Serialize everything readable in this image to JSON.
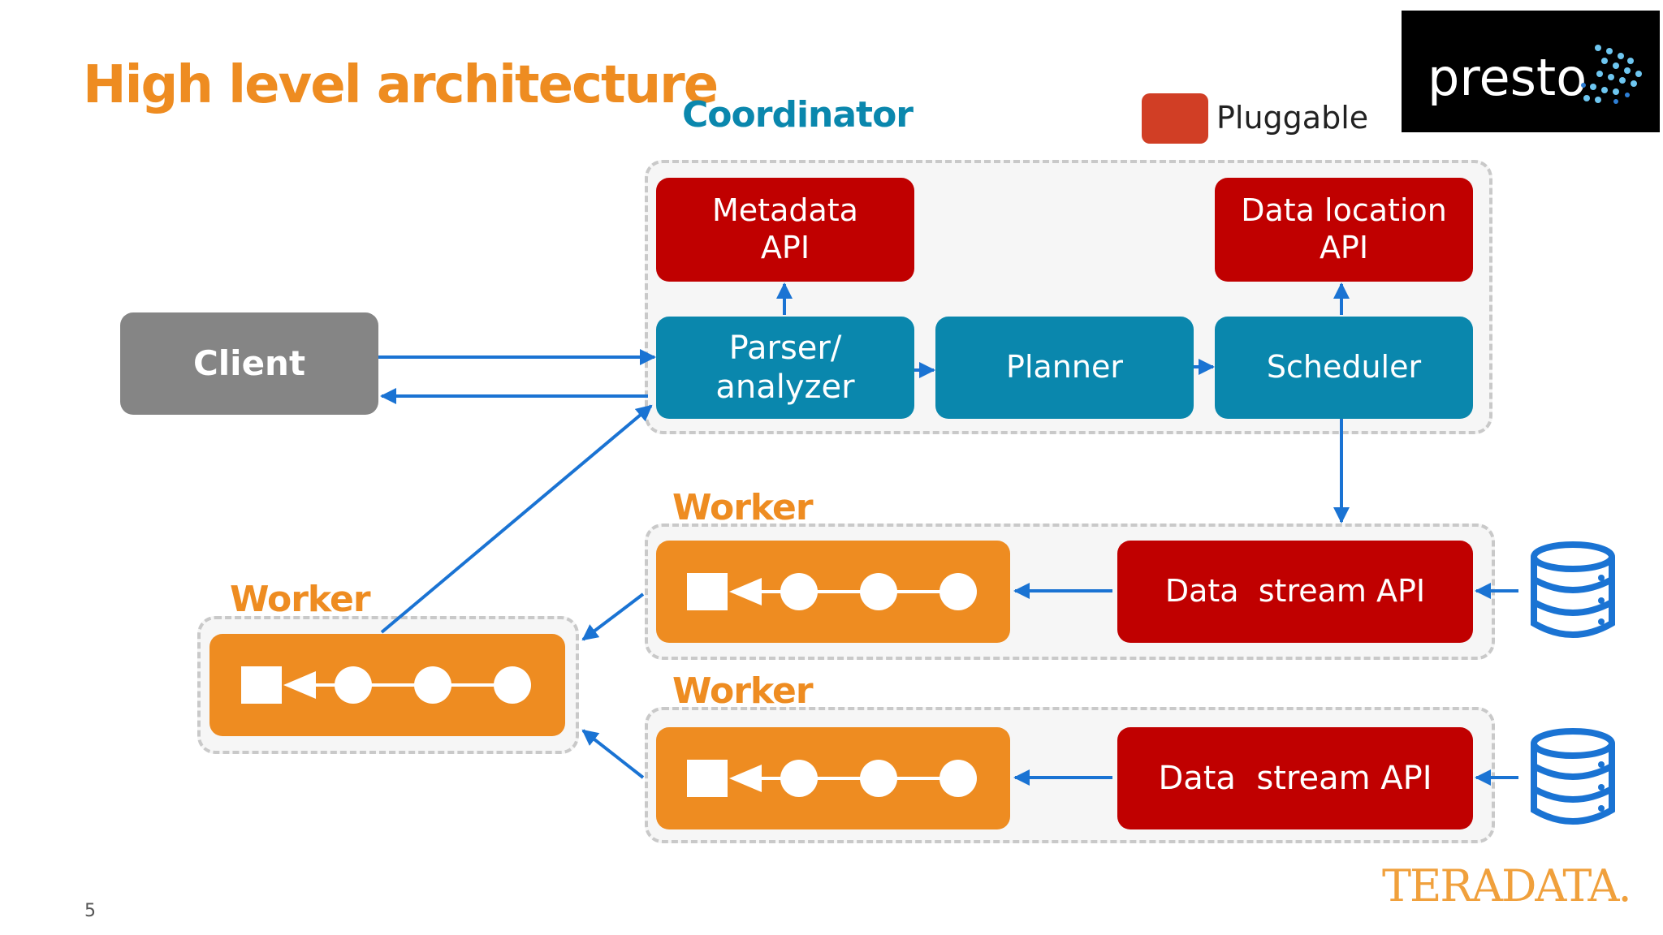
{
  "title": "High level architecture",
  "coordinator_label": "Coordinator",
  "legend": {
    "label": "Pluggable",
    "color": "#d13e25"
  },
  "logo": {
    "text": "presto"
  },
  "client": {
    "label": "Client"
  },
  "coordinator": {
    "metadata_api": "Metadata\nAPI",
    "data_location_api": "Data location\nAPI",
    "parser": "Parser/\nanalyzer",
    "planner": "Planner",
    "scheduler": "Scheduler"
  },
  "workers": [
    {
      "label": "Worker",
      "data_stream_api": "Data  stream API"
    },
    {
      "label": "Worker",
      "data_stream_api": "Data  stream API"
    },
    {
      "label": "Worker"
    }
  ],
  "page_number": "5",
  "brand": "TERADATA.",
  "icons": [
    "database-icon",
    "pipeline-icon"
  ],
  "colors": {
    "title": "#ee8c21",
    "coordinator": "#0a87ad",
    "pluggable": "#c00000",
    "worker": "#ee8c21",
    "client": "#858585",
    "arrow": "#1a73d3"
  }
}
